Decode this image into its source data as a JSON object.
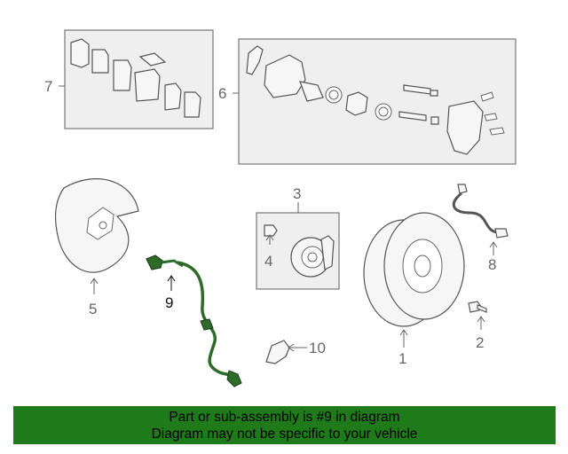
{
  "callouts": {
    "c1": "1",
    "c2": "2",
    "c3": "3",
    "c4": "4",
    "c5": "5",
    "c6": "6",
    "c7": "7",
    "c8": "8",
    "c9": "9",
    "c10": "10"
  },
  "banner": {
    "line1": "Part or sub-assembly is #9 in diagram",
    "line2": "Diagram may not be specific to your vehicle"
  },
  "colors": {
    "highlight_part": "#2e6b2a",
    "banner_bg": "#1f7a1a"
  }
}
